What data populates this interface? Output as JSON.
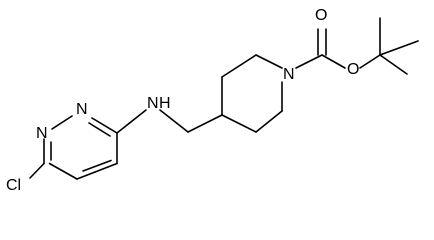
{
  "molecule": {
    "atoms": {
      "cl": "Cl",
      "n1": "N",
      "n2": "N",
      "nh": "N",
      "h": "H",
      "n_piperidine": "N",
      "o_carbonyl": "O",
      "o_ester": "O"
    },
    "colors": {
      "bond": "#000000",
      "label": "#000000",
      "background": "#ffffff"
    }
  }
}
